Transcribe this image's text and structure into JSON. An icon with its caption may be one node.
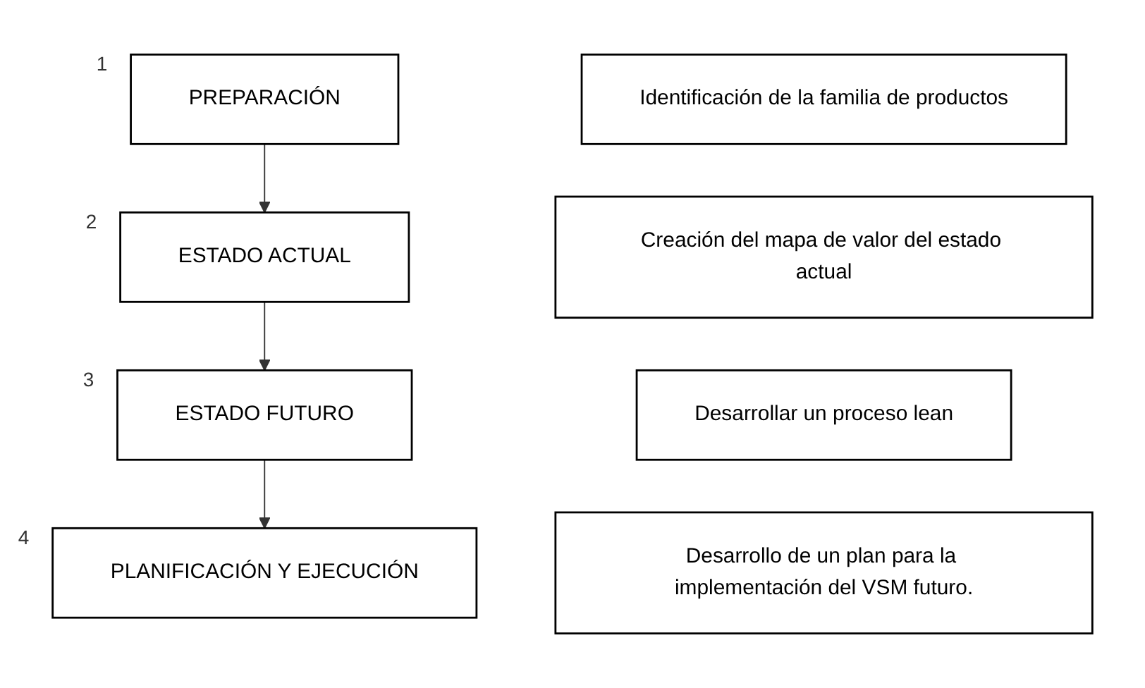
{
  "diagram": {
    "nodes": [
      {
        "text": [
          "PREPARACIÓN"
        ],
        "beside": [
          "1"
        ]
      },
      {
        "text": [
          "Identificación de la familia de productos"
        ]
      },
      {
        "text": [
          "ESTADO ACTUAL"
        ],
        "beside": [
          "2"
        ]
      },
      {
        "text": [
          "Creación del mapa de valor del estado actual"
        ]
      },
      {
        "text": [
          "ESTADO FUTURO"
        ],
        "beside": [
          "3"
        ]
      },
      {
        "text": [
          "Desarrollar un proceso lean"
        ]
      },
      {
        "text": [
          "PLANIFICACIÓN Y EJECUCIÓN"
        ],
        "beside": [
          "4"
        ]
      },
      {
        "text": [
          "Desarrollo de un plan para la implementación del VSM futuro."
        ]
      }
    ],
    "edges": [
      {
        "from": 0,
        "to": 2,
        "arrow": "to"
      },
      {
        "from": 2,
        "to": 4,
        "arrow": "to"
      },
      {
        "from": 4,
        "to": 6,
        "arrow": "to"
      }
    ]
  }
}
